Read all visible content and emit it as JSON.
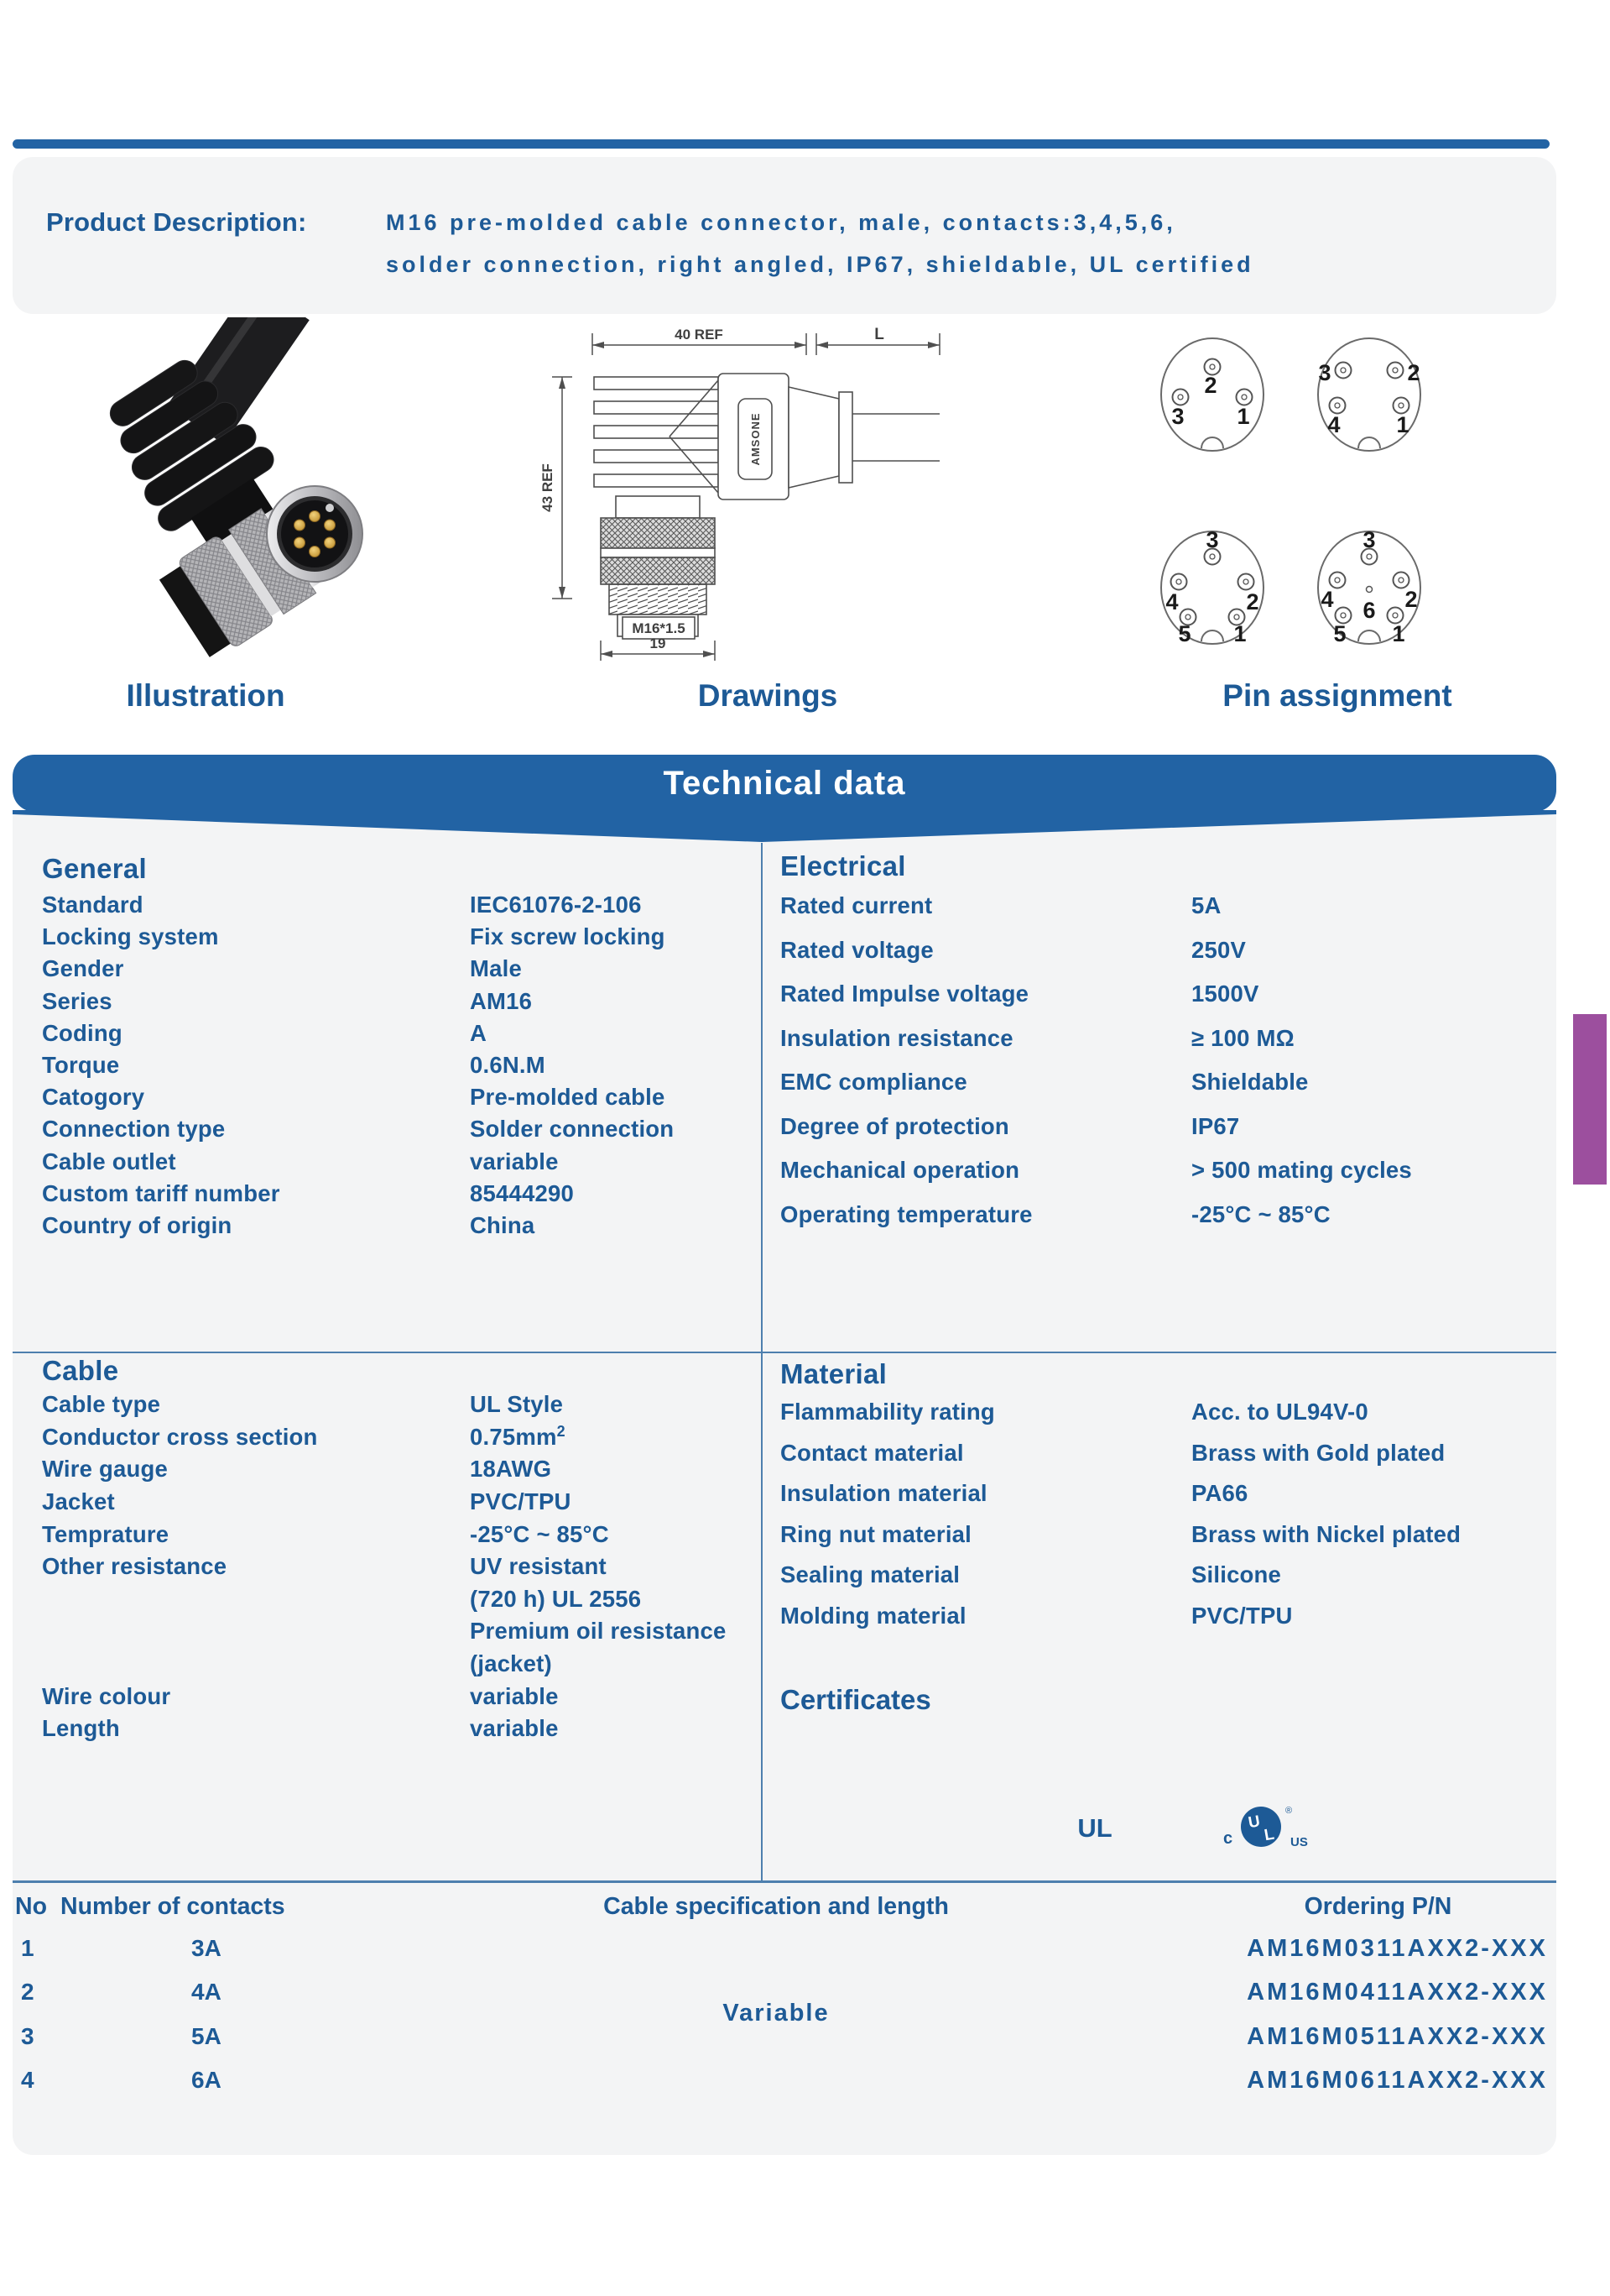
{
  "colors": {
    "accent_text_blue": "#1d5a96",
    "banner_blue": "#2263a4",
    "panel_gray": "#f3f4f5",
    "divider_blue": "#4d7fae",
    "purple_marker": "#9c4f9e",
    "pin_gold": "#c79a3d"
  },
  "product_description": {
    "label": "Product Description:",
    "line1": "M16 pre-molded cable connector, male, contacts:3,4,5,6,",
    "line2": "solder connection, right angled, IP67, shieldable, UL certified"
  },
  "figures": {
    "illustration_label": "Illustration",
    "drawings_label": "Drawings",
    "pin_assignment_label": "Pin assignment",
    "drawing": {
      "width_ref": "40 REF",
      "length": "L",
      "height_ref": "43 REF",
      "thread": "M16*1.5",
      "tip_width": "19",
      "brand": "AMSONE"
    },
    "pin_diagrams": [
      [
        "2",
        "3",
        "1"
      ],
      [
        "3",
        "2",
        "4",
        "1"
      ],
      [
        "3",
        "4",
        "2",
        "5",
        "1"
      ],
      [
        "3",
        "4",
        "2",
        "6",
        "5",
        "1"
      ]
    ]
  },
  "technical": {
    "title": "Technical data",
    "general": {
      "title": "General",
      "rows": [
        {
          "label": "Standard",
          "value": "IEC61076-2-106"
        },
        {
          "label": "Locking system",
          "value": "Fix screw locking"
        },
        {
          "label": "Gender",
          "value": "Male"
        },
        {
          "label": "Series",
          "value": "AM16"
        },
        {
          "label": "Coding",
          "value": "A"
        },
        {
          "label": "Torque",
          "value": "0.6N.M"
        },
        {
          "label": "Catogory",
          "value": "Pre-molded cable"
        },
        {
          "label": "Connection type",
          "value": "Solder connection"
        },
        {
          "label": "Cable outlet",
          "value": "variable"
        },
        {
          "label": "Custom tariff number",
          "value": "85444290"
        },
        {
          "label": "Country of origin",
          "value": "China"
        }
      ]
    },
    "electrical": {
      "title": "Electrical",
      "rows": [
        {
          "label": "Rated current",
          "value": "5A"
        },
        {
          "label": "Rated voltage",
          "value": "250V"
        },
        {
          "label": "Rated Impulse voltage",
          "value": "1500V"
        },
        {
          "label": "Insulation resistance",
          "value": "≥ 100 MΩ"
        },
        {
          "label": "EMC compliance",
          "value": "Shieldable"
        },
        {
          "label": "Degree of protection",
          "value": "IP67"
        },
        {
          "label": "Mechanical operation",
          "value": "> 500  mating cycles"
        },
        {
          "label": "Operating temperature",
          "value": "-25°C ~ 85°C"
        }
      ]
    },
    "cable": {
      "title": "Cable",
      "rows": [
        {
          "label": "Cable type",
          "value": "UL Style"
        },
        {
          "label": "Conductor cross section",
          "value": "0.75mm",
          "sup": "2"
        },
        {
          "label": "Wire gauge",
          "value": "18AWG"
        },
        {
          "label": "Jacket",
          "value": "PVC/TPU"
        },
        {
          "label": "Temprature",
          "value": "-25°C ~ 85°C"
        },
        {
          "label": "Other resistance",
          "value": "UV resistant"
        },
        {
          "label": "",
          "value": "(720 h) UL 2556"
        },
        {
          "label": "",
          "value": "Premium oil resistance"
        },
        {
          "label": "",
          "value": "(jacket)"
        },
        {
          "label": "Wire colour",
          "value": "variable"
        },
        {
          "label": "Length",
          "value": "variable"
        }
      ]
    },
    "material": {
      "title": "Material",
      "rows": [
        {
          "label": "Flammability rating",
          "value": "Acc. to UL94V-0"
        },
        {
          "label": "Contact material",
          "value": "Brass with Gold plated"
        },
        {
          "label": "Insulation material",
          "value": "PA66"
        },
        {
          "label": "Ring nut material",
          "value": "Brass with Nickel plated"
        },
        {
          "label": "Sealing material",
          "value": "Silicone"
        },
        {
          "label": "Molding material",
          "value": "PVC/TPU"
        }
      ]
    },
    "certificates": {
      "title": "Certificates",
      "ul_label": "UL",
      "mark": {
        "c": "c",
        "u": "U",
        "l": "L",
        "us": "US",
        "r": "®"
      }
    }
  },
  "order_table": {
    "headers": {
      "no": "No",
      "contacts": "Number of contacts",
      "spec": "Cable specification and length",
      "pn": "Ordering P/N"
    },
    "spec_value": "Variable",
    "rows": [
      {
        "no": "1",
        "contacts": "3A",
        "pn": "AM16M0311AXX2-XXX"
      },
      {
        "no": "2",
        "contacts": "4A",
        "pn": "AM16M0411AXX2-XXX"
      },
      {
        "no": "3",
        "contacts": "5A",
        "pn": "AM16M0511AXX2-XXX"
      },
      {
        "no": "4",
        "contacts": "6A",
        "pn": "AM16M0611AXX2-XXX"
      }
    ]
  }
}
